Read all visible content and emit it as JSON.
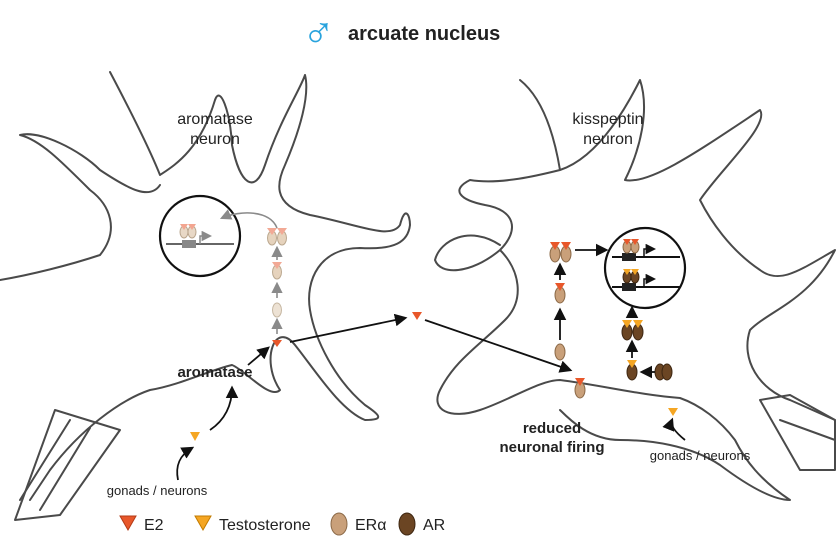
{
  "title": {
    "symbol": "♂",
    "text": "arcuate nucleus"
  },
  "neurons": {
    "aromatase_label_line1": "aromatase",
    "aromatase_label_line2": "neuron",
    "kisspeptin_label_line1": "kisspeptin",
    "kisspeptin_label_line2": "neuron"
  },
  "labels": {
    "aromatase": "aromatase",
    "source_left": "gonads / neurons",
    "source_right": "gonads / neurons",
    "effect_line1": "reduced",
    "effect_line2": "neuronal firing"
  },
  "legend": [
    {
      "label": "E2",
      "shape": "triangle",
      "color": "#e8572a"
    },
    {
      "label": "Testosterone",
      "shape": "triangle",
      "color": "#f5a623"
    },
    {
      "label": "ERα",
      "shape": "drop",
      "color": "#c9a07a"
    },
    {
      "label": "AR",
      "shape": "drop",
      "color": "#6b4523"
    }
  ],
  "colors": {
    "e2": "#e8572a",
    "testosterone": "#f5a623",
    "er_alpha": "#c9a07a",
    "ar": "#6b4523",
    "title_symbol": "#29a3dd",
    "outline": "#4a4a4a"
  }
}
